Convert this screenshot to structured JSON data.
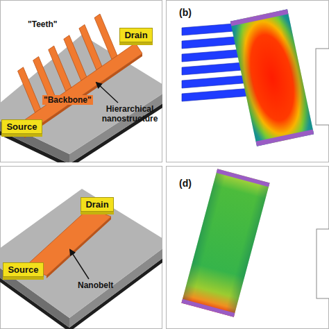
{
  "diagram": {
    "nodes": [
      {
        "text": [
          "Drain"
        ]
      },
      {
        "text": [
          "Source"
        ]
      },
      {
        "text": [
          "Drain"
        ]
      },
      {
        "text": [
          "Source"
        ]
      }
    ],
    "labels": [
      "\"Teeth\"",
      "\"Backbone\"",
      "Hierarchical nanostructure",
      "(b)",
      "Nanobelt",
      "(d)"
    ]
  }
}
